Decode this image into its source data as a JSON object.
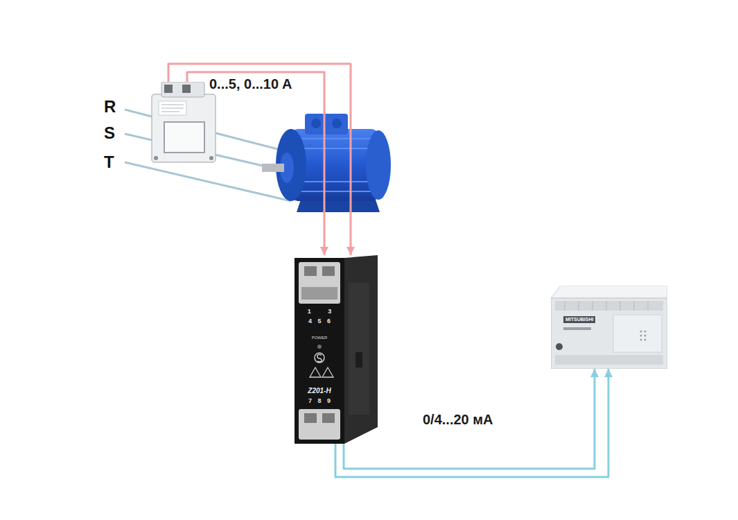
{
  "diagram": {
    "nodes": [
      {
        "text": []
      },
      {
        "text": [
          "1 3",
          "4 5 6",
          "POWER",
          "Z201-H",
          "7 8 9"
        ]
      },
      {
        "text": [
          "MITSUBISHI"
        ]
      }
    ],
    "edges": [
      {
        "from": 0,
        "to": 1,
        "arrow": "to"
      },
      {
        "from": 0,
        "to": 1,
        "arrow": "to",
        "label": "0...5, 0...10 A"
      },
      {
        "from": 1,
        "to": 2,
        "arrow": "to"
      },
      {
        "from": 1,
        "to": 2,
        "arrow": "to",
        "label": "0/4...20 мА"
      }
    ],
    "labels": [
      "R",
      "S",
      "T"
    ]
  }
}
